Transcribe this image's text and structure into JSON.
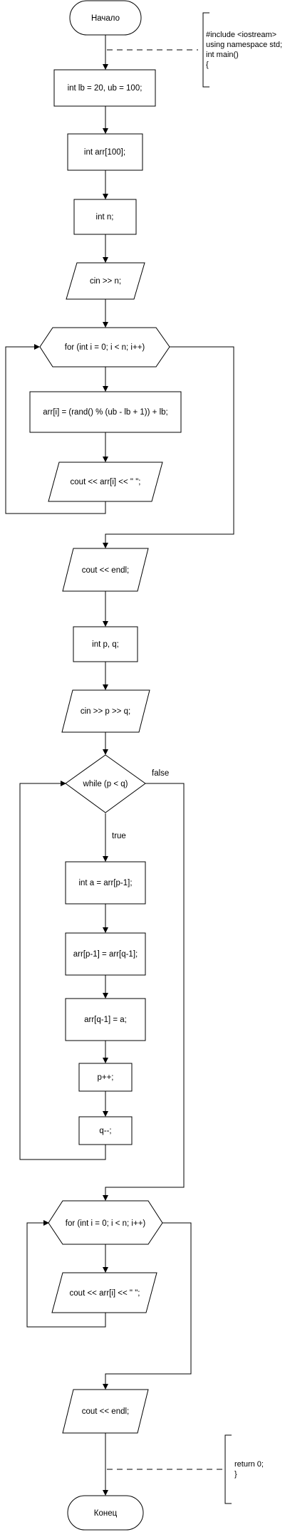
{
  "flowchart": {
    "start": "Начало",
    "end": "Конец",
    "header_comment": [
      "#include <iostream>",
      "using namespace std;",
      "int main()",
      "{"
    ],
    "footer_comment": [
      "return 0;",
      "}"
    ],
    "steps": {
      "init_bounds": "int lb = 20, ub = 100;",
      "declare_arr": "int arr[100];",
      "declare_n": "int n;",
      "input_n": "cin >> n;",
      "for_fill": "for (int i = 0; i < n; i++)",
      "assign_random": "arr[i] = (rand() % (ub - lb + 1)) + lb;",
      "print_item_1": "cout << arr[i] << \" \";",
      "print_endl_1": "cout << endl;",
      "declare_pq": "int p, q;",
      "input_pq": "cin >> p >> q;",
      "while_cond": "while (p < q)",
      "label_true": "true",
      "label_false": "false",
      "swap_a": "int a = arr[p-1];",
      "swap_b": "arr[p-1] = arr[q-1];",
      "swap_c": "arr[q-1] = a;",
      "inc_p": "p++;",
      "dec_q": "q--;",
      "for_print": "for (int i = 0; i < n; i++)",
      "print_item_2": "cout << arr[i] << \" \";",
      "print_endl_2": "cout << endl;"
    }
  }
}
